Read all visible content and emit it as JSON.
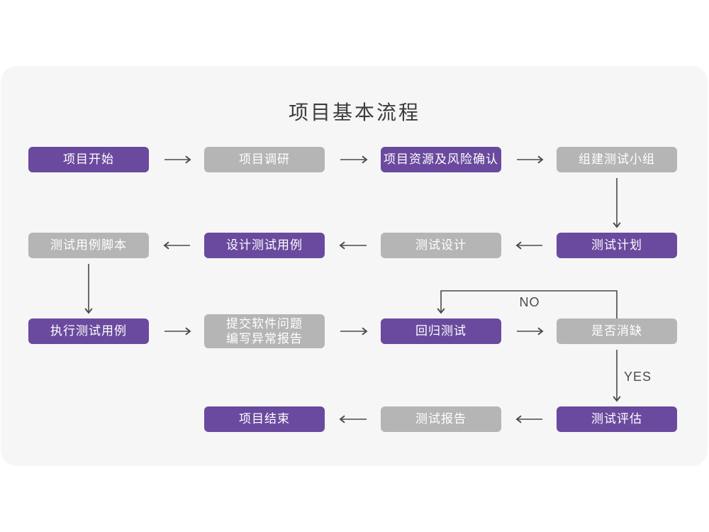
{
  "title": "项目基本流程",
  "colors": {
    "node_active": "#6a4a9e",
    "node_inactive": "#b5b5b5",
    "node_text": "#ffffff",
    "arrow": "#4a4a4a",
    "card_bg": "#f6f6f7",
    "page_bg": "#ffffff",
    "title_text": "#3c3c3c"
  },
  "nodes": [
    {
      "id": "project-start",
      "label": "项目开始",
      "state": "active"
    },
    {
      "id": "project-research",
      "label": "项目调研",
      "state": "inactive"
    },
    {
      "id": "resources-risk-confirm",
      "label": "项目资源及风险确认",
      "state": "active"
    },
    {
      "id": "build-test-team",
      "label": "组建测试小组",
      "state": "inactive"
    },
    {
      "id": "test-case-script",
      "label": "测试用例脚本",
      "state": "inactive"
    },
    {
      "id": "design-test-case",
      "label": "设计测试用例",
      "state": "active"
    },
    {
      "id": "test-design",
      "label": "测试设计",
      "state": "inactive"
    },
    {
      "id": "test-plan",
      "label": "测试计划",
      "state": "active"
    },
    {
      "id": "execute-test-case",
      "label": "执行测试用例",
      "state": "active"
    },
    {
      "id": "submit-issue-report",
      "label": "提交软件问题\n编写异常报告",
      "state": "inactive"
    },
    {
      "id": "regression-test",
      "label": "回归测试",
      "state": "active"
    },
    {
      "id": "defect-cleared",
      "label": "是否消缺",
      "state": "inactive"
    },
    {
      "id": "project-end",
      "label": "项目结束",
      "state": "active"
    },
    {
      "id": "test-report",
      "label": "测试报告",
      "state": "inactive"
    },
    {
      "id": "test-evaluation",
      "label": "测试评估",
      "state": "active"
    }
  ],
  "edge_labels": {
    "no": "NO",
    "yes": "YES"
  }
}
